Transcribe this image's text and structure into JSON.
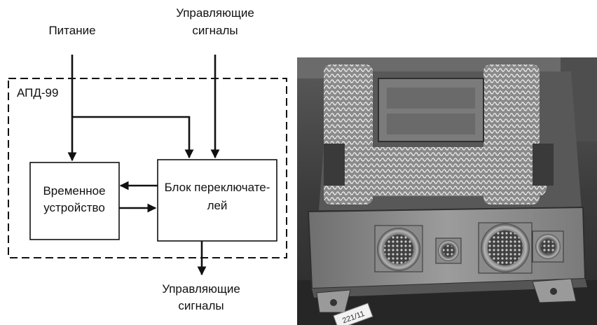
{
  "diagram": {
    "frame_label": "АПД-99",
    "power_label": "Питание",
    "control_in_label": [
      "Управляющие",
      "сигналы"
    ],
    "control_out_label": [
      "Управляющие",
      "сигналы"
    ],
    "timer_block_label": [
      "Временное",
      "устройство"
    ],
    "switch_block_label": [
      "Блок переключате-",
      "лей"
    ]
  },
  "photo": {
    "subject": "device-with-wiring-harness-and-round-connectors",
    "sticker_text": "221/11"
  },
  "colors": {
    "ink": "#111111",
    "background": "#ffffff"
  }
}
